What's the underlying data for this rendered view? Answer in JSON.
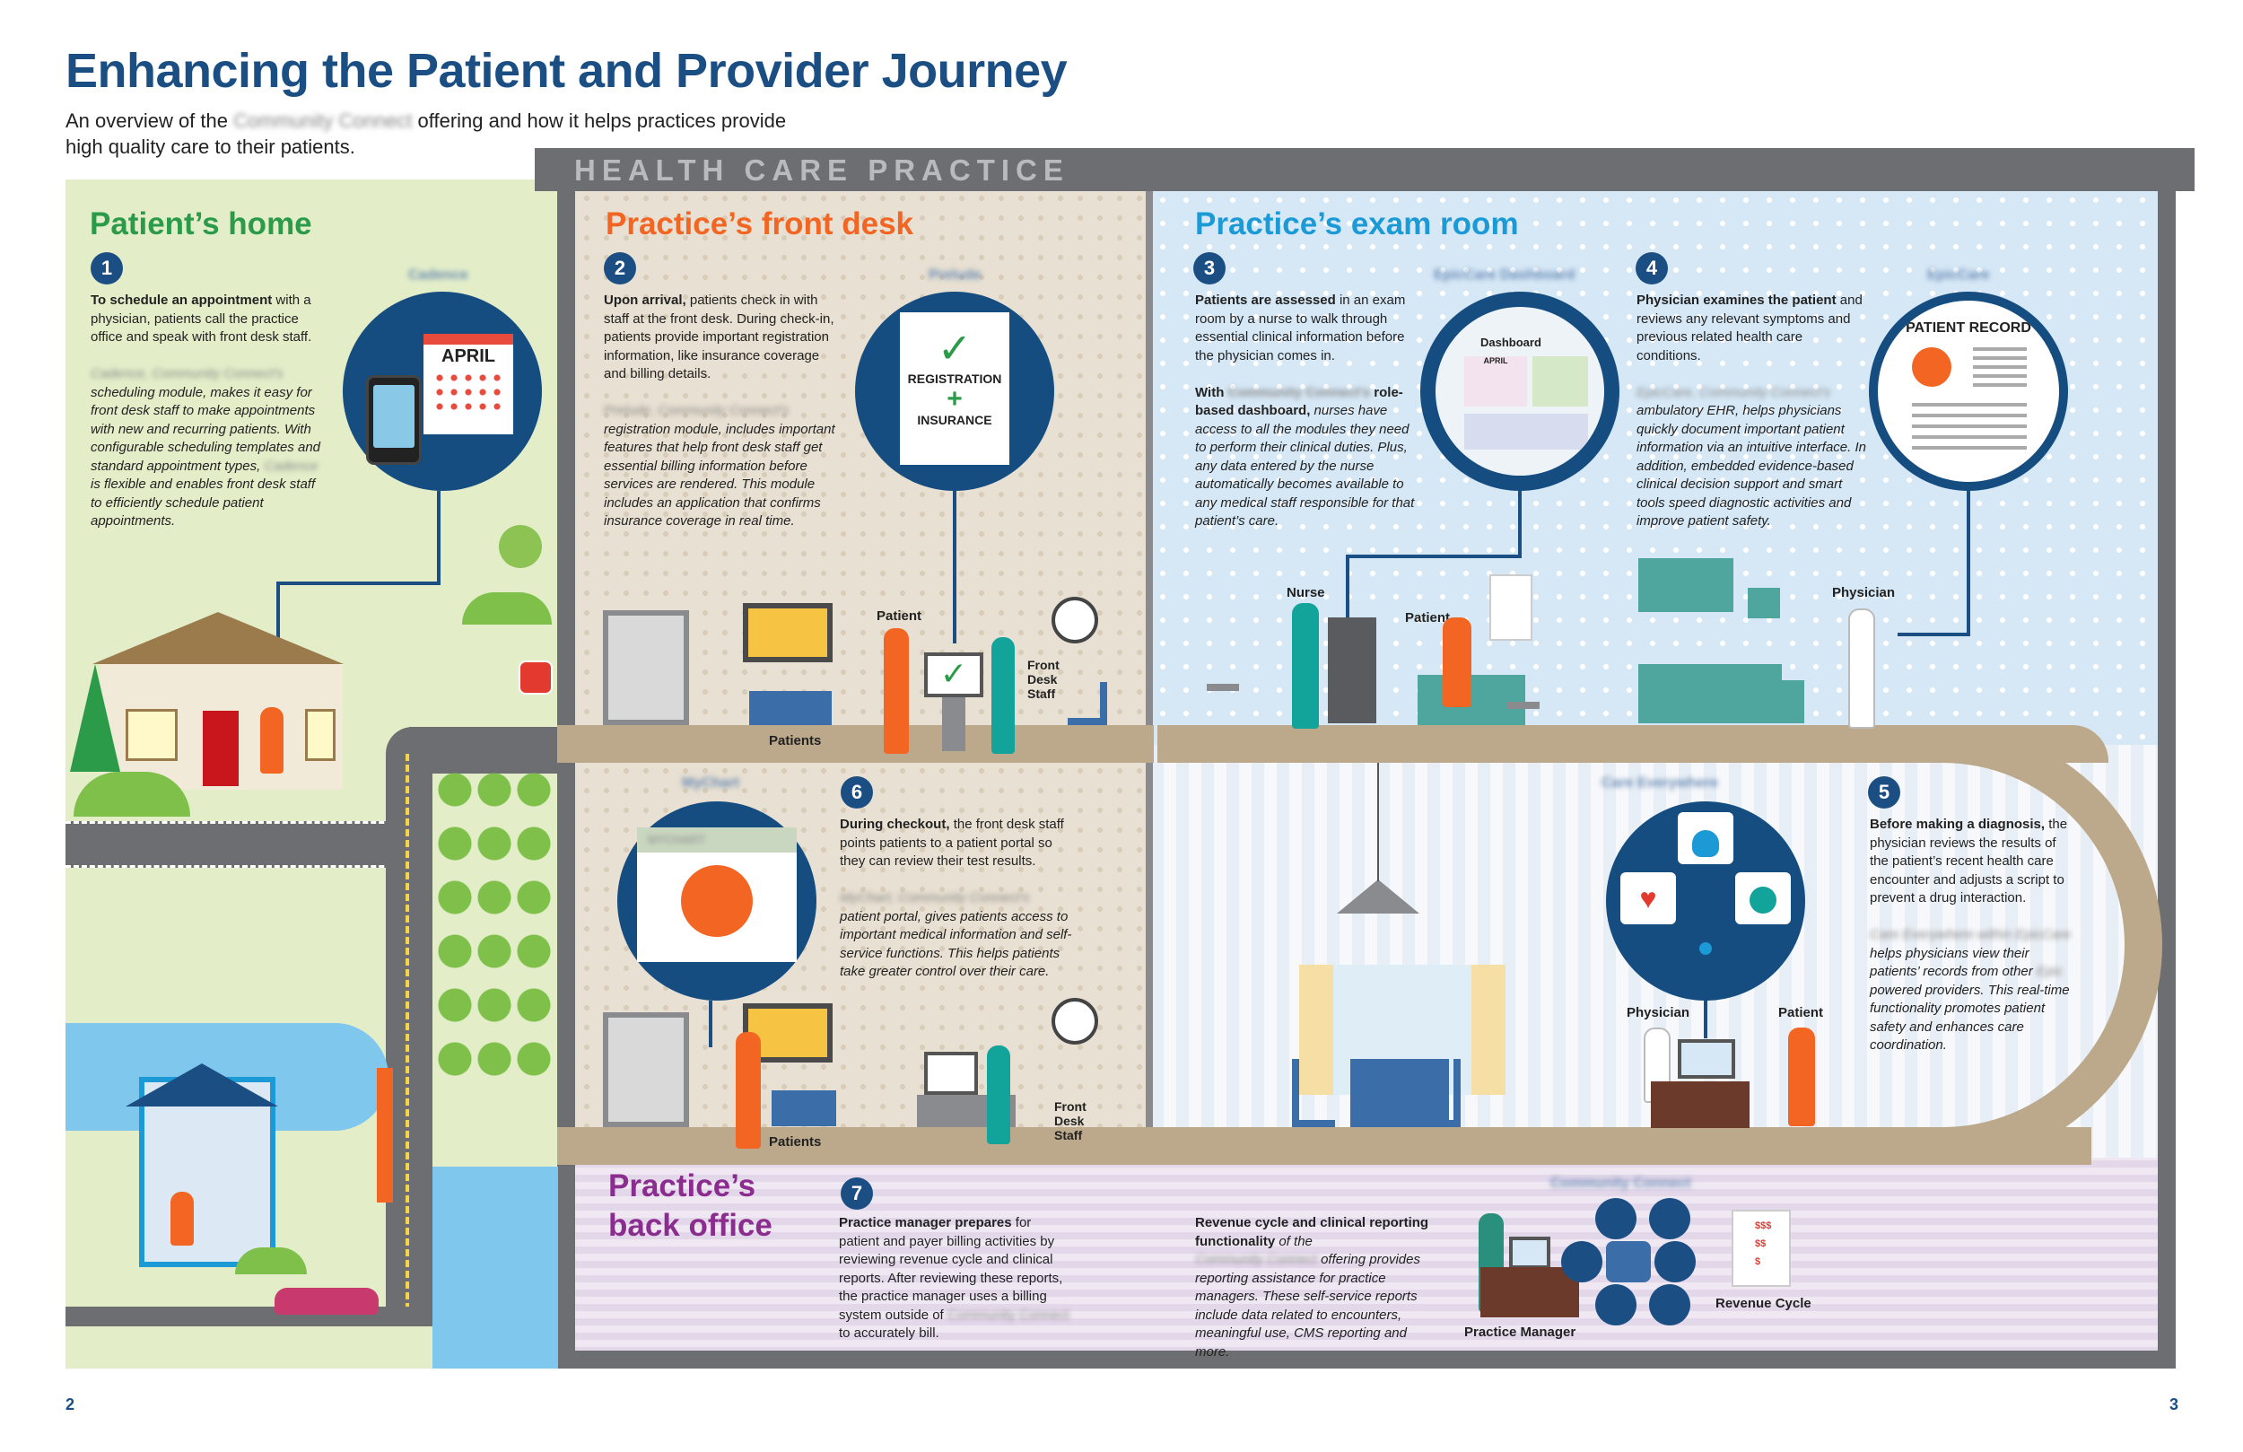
{
  "header": {
    "title": "Enhancing the Patient and Provider Journey",
    "intro_before": "An overview of the",
    "intro_blurred": "Community Connect",
    "intro_after": "offering and how it helps practices provide",
    "intro_line2": "high quality care to their patients.",
    "banner": "HEALTH CARE PRACTICE"
  },
  "pages": {
    "left": "2",
    "right": "3"
  },
  "colors": {
    "navy": "#1b4f84",
    "green": "#2b9a49",
    "orange": "#f26522",
    "blue": "#1c9ad6",
    "purple": "#8b2d8f",
    "wall": "#6d6e71",
    "floor": "#bca98b"
  },
  "sections": {
    "home": {
      "title": "Patient’s home",
      "blurred_heading": "Cadence",
      "step": "1",
      "bold": "To schedule an appointment",
      "text": "with a physician, patients call the practice office and speak with front desk staff.",
      "italic_blur": "Cadence, Community Connect's",
      "italic": "scheduling module, makes it easy for front desk staff to make appointments with new and recurring patients. With configurable scheduling templates and standard appointment types,",
      "italic_blur2": "Cadence",
      "italic2": "is flexible and enables front desk staff to efficiently schedule patient appointments.",
      "calendar_month": "APRIL"
    },
    "front_desk": {
      "title": "Practice’s front desk",
      "blurred_heading": "Prelude",
      "step": "2",
      "bold": "Upon arrival,",
      "text": "patients check in with staff at the front desk. During check-in, patients provide important registration information, like insurance coverage and billing details.",
      "italic_blur": "Prelude, Community Connect's",
      "italic": "registration module, includes important features that help front desk staff get essential billing information before services are rendered. This module includes an application that confirms insurance coverage in real time.",
      "doc_line1": "REGISTRATION",
      "doc_line2": "INSURANCE",
      "labels": {
        "patient": "Patient",
        "patients": "Patients",
        "front_desk_staff": "Front Desk Staff"
      }
    },
    "checkout": {
      "blurred_heading": "MyChart",
      "step": "6",
      "bold": "During checkout,",
      "text": "the front desk staff points patients to a patient portal so they can review their test results.",
      "italic_blur": "MyChart, Community Connect's",
      "italic": "patient portal, gives patients access to important medical information and self-service functions. This helps patients take greater control over their care.",
      "screen_blur": "MYCHART",
      "labels": {
        "patients": "Patients",
        "front_desk_staff": "Front Desk Staff"
      }
    },
    "exam_room": {
      "title": "Practice’s exam room",
      "step3": {
        "blurred_heading": "EpicCare Dashboard",
        "step": "3",
        "bold": "Patients are assessed",
        "text": "in an exam room by a nurse to walk through essential clinical information before the physician comes in.",
        "bold2_pre": "With",
        "bold2_blur": "Community Connect's",
        "bold2": "role-based dashboard,",
        "italic": "nurses have access to all the modules they need to perform their clinical duties. Plus, any data entered by the nurse automatically becomes available to any medical staff responsible for that patient’s care.",
        "dashboard_label": "Dashboard",
        "dashboard_month": "APRIL"
      },
      "step4": {
        "blurred_heading": "EpicCare",
        "step": "4",
        "bold": "Physician examines the patient",
        "text": "and reviews any relevant symptoms and previous related health care conditions.",
        "italic_blur": "EpicCare, Community Connect's",
        "italic": "ambulatory EHR, helps physicians quickly document important patient information via an intuitive interface. In addition, embedded evidence-based clinical decision support and smart tools speed diagnostic activities and improve patient safety.",
        "record_title": "PATIENT RECORD"
      },
      "labels": {
        "nurse": "Nurse",
        "patient": "Patient",
        "physician": "Physician"
      }
    },
    "diagnosis": {
      "blurred_heading": "Care Everywhere",
      "step": "5",
      "bold": "Before making a diagnosis,",
      "text": "the physician reviews the results of the patient’s recent health care encounter and adjusts a script to prevent a drug interaction.",
      "italic_blur": "Care Everywhere within EpicCare",
      "italic": "helps physicians view their patients’ records from other",
      "italic_blur2": "Epic",
      "italic2": "powered providers. This real-time functionality promotes patient safety and enhances care coordination.",
      "labels": {
        "physician": "Physician",
        "patient": "Patient"
      }
    },
    "back_office": {
      "title_line1": "Practice’s",
      "title_line2": "back office",
      "blurred_heading": "Community Connect",
      "step": "7",
      "bold": "Practice manager prepares",
      "text": "for patient and payer billing activities by reviewing revenue cycle and clinical reports. After reviewing these reports, the practice manager uses a billing system outside of",
      "text_blur": "Community Connect",
      "text_end": "to accurately bill.",
      "bold2": "Revenue cycle and clinical reporting functionality",
      "italic_pre": "of the",
      "italic_blur": "Community Connect",
      "italic": "offering provides reporting assistance for practice managers. These self-service reports include data related to encounters, meaningful use, CMS reporting and more.",
      "labels": {
        "practice_manager": "Practice Manager",
        "revenue_cycle": "Revenue Cycle"
      },
      "revenue_marks": [
        "$$$",
        "$$",
        "$"
      ]
    }
  },
  "icons": [
    "phone-icon",
    "calendar-icon",
    "check-icon",
    "plus-icon",
    "house-icon",
    "heart-icon",
    "lungs-icon",
    "knee-icon",
    "clock-icon",
    "stop-sign-icon",
    "patient-record-icon"
  ]
}
